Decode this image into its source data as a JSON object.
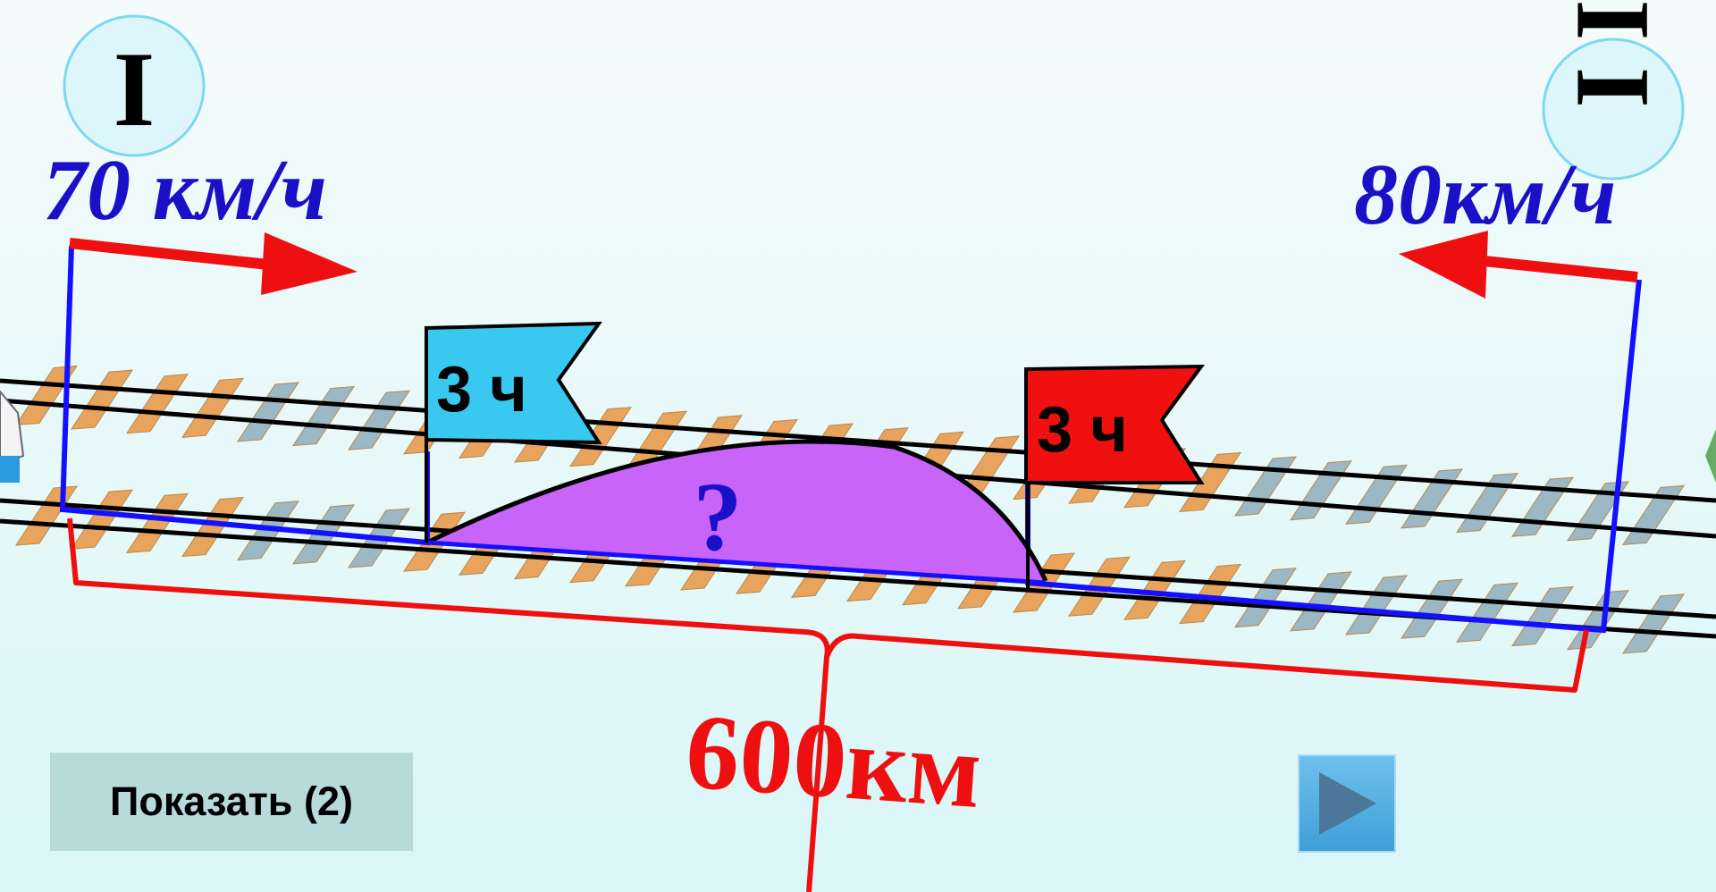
{
  "train_1": {
    "label": "I",
    "speed": "70 км/ч",
    "color": "#1a10c8"
  },
  "train_2": {
    "label": "I I",
    "speed": "80км/ч",
    "color": "#1a10c8"
  },
  "flag_1": {
    "label": "3 ч",
    "color": "#38c8f0"
  },
  "flag_2": {
    "label": "3 ч",
    "color": "#f01010"
  },
  "unknown_segment": {
    "label": "?",
    "color": "#c060f8"
  },
  "total_distance": {
    "label": "600км",
    "color": "#ee1010"
  },
  "controls": {
    "show_button_label": "Показать (2)",
    "next_icon": "play-triangle-icon"
  }
}
